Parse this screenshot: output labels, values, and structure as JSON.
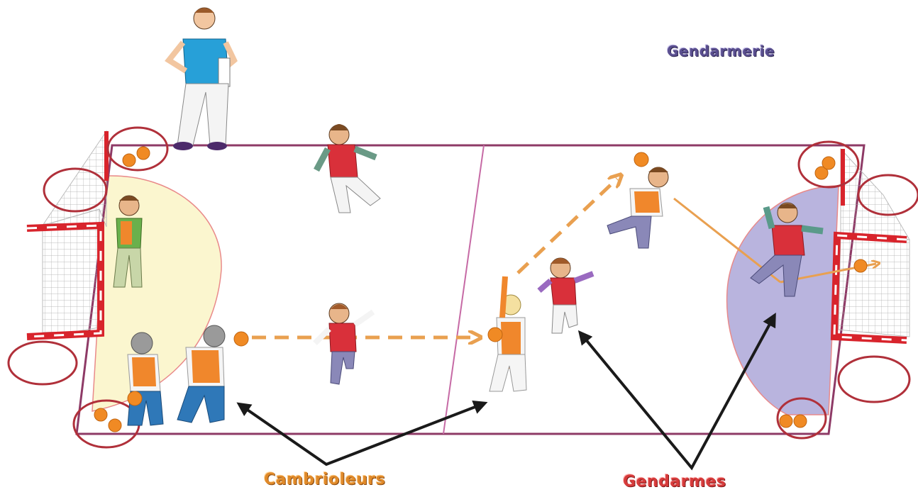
{
  "labels": {
    "gendarmerie": "Gendarmerie",
    "cambrioleurs": "Cambrioleurs",
    "gendarmes": "Gendarmes"
  },
  "colors": {
    "court_line": "#8e3a66",
    "left_zone": "#fbf6cf",
    "right_zone": "#b9b4de",
    "goal_red": "#d8242c",
    "ball": "#f08a24",
    "cambrioleur_vest": "#f0872c",
    "gendarme_shirt": "#d9303a",
    "arrow": "#1a1a1a",
    "pass_arrow": "#e9a050"
  }
}
